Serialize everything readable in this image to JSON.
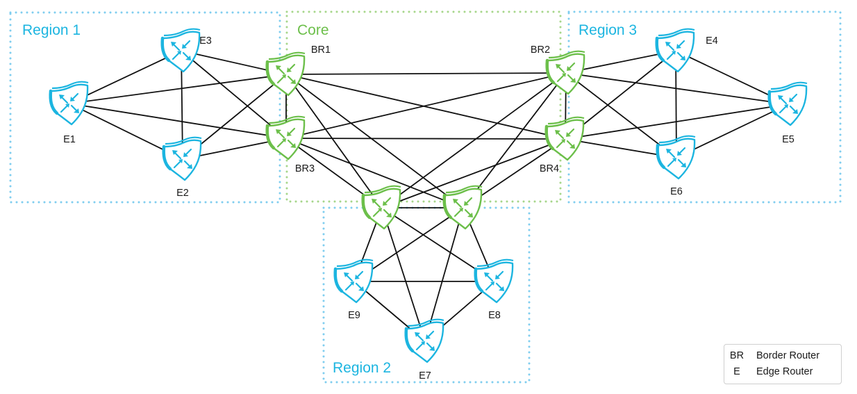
{
  "diagram": {
    "title": "Network topology: Core with three regions",
    "colors": {
      "edge_router": "#1cb5e0",
      "border_router": "#6cbf4a",
      "region_border": "#7fcdef",
      "core_border": "#a6d68a",
      "link": "#111111"
    },
    "regions": [
      {
        "id": "region1",
        "label": "Region 1",
        "type": "region"
      },
      {
        "id": "core",
        "label": "Core",
        "type": "core"
      },
      {
        "id": "region3",
        "label": "Region 3",
        "type": "region"
      },
      {
        "id": "region2",
        "label": "Region 2",
        "type": "region"
      }
    ],
    "nodes": [
      {
        "id": "E1",
        "label": "E1",
        "kind": "edge-router",
        "region": "region1"
      },
      {
        "id": "E2",
        "label": "E2",
        "kind": "edge-router",
        "region": "region1"
      },
      {
        "id": "E3",
        "label": "E3",
        "kind": "edge-router",
        "region": "region1"
      },
      {
        "id": "BR1",
        "label": "BR1",
        "kind": "border-router",
        "region": "core"
      },
      {
        "id": "BR2",
        "label": "BR2",
        "kind": "border-router",
        "region": "core"
      },
      {
        "id": "BR3",
        "label": "BR3",
        "kind": "border-router",
        "region": "core"
      },
      {
        "id": "BR4",
        "label": "BR4",
        "kind": "border-router",
        "region": "core"
      },
      {
        "id": "BR5",
        "label": "",
        "kind": "border-router",
        "region": "core"
      },
      {
        "id": "BR6",
        "label": "",
        "kind": "border-router",
        "region": "core"
      },
      {
        "id": "E4",
        "label": "E4",
        "kind": "edge-router",
        "region": "region3"
      },
      {
        "id": "E5",
        "label": "E5",
        "kind": "edge-router",
        "region": "region3"
      },
      {
        "id": "E6",
        "label": "E6",
        "kind": "edge-router",
        "region": "region3"
      },
      {
        "id": "E7",
        "label": "E7",
        "kind": "edge-router",
        "region": "region2"
      },
      {
        "id": "E8",
        "label": "E8",
        "kind": "edge-router",
        "region": "region2"
      },
      {
        "id": "E9",
        "label": "E9",
        "kind": "edge-router",
        "region": "region2"
      }
    ],
    "links": [
      [
        "E1",
        "E3"
      ],
      [
        "E1",
        "E2"
      ],
      [
        "E3",
        "E2"
      ],
      [
        "E1",
        "BR1"
      ],
      [
        "E1",
        "BR3"
      ],
      [
        "E3",
        "BR1"
      ],
      [
        "E3",
        "BR3"
      ],
      [
        "E2",
        "BR1"
      ],
      [
        "E2",
        "BR3"
      ],
      [
        "BR1",
        "BR2"
      ],
      [
        "BR1",
        "BR3"
      ],
      [
        "BR1",
        "BR4"
      ],
      [
        "BR1",
        "BR5"
      ],
      [
        "BR1",
        "BR6"
      ],
      [
        "BR2",
        "BR3"
      ],
      [
        "BR2",
        "BR4"
      ],
      [
        "BR2",
        "BR5"
      ],
      [
        "BR2",
        "BR6"
      ],
      [
        "BR3",
        "BR4"
      ],
      [
        "BR3",
        "BR5"
      ],
      [
        "BR3",
        "BR6"
      ],
      [
        "BR4",
        "BR5"
      ],
      [
        "BR4",
        "BR6"
      ],
      [
        "BR5",
        "BR6"
      ],
      [
        "BR2",
        "E4"
      ],
      [
        "BR2",
        "E5"
      ],
      [
        "BR2",
        "E6"
      ],
      [
        "BR4",
        "E4"
      ],
      [
        "BR4",
        "E5"
      ],
      [
        "BR4",
        "E6"
      ],
      [
        "E4",
        "E5"
      ],
      [
        "E4",
        "E6"
      ],
      [
        "E5",
        "E6"
      ],
      [
        "BR5",
        "E9"
      ],
      [
        "BR5",
        "E7"
      ],
      [
        "BR5",
        "E8"
      ],
      [
        "BR6",
        "E9"
      ],
      [
        "BR6",
        "E7"
      ],
      [
        "BR6",
        "E8"
      ],
      [
        "E9",
        "E8"
      ],
      [
        "E9",
        "E7"
      ],
      [
        "E8",
        "E7"
      ]
    ]
  },
  "legend": {
    "items": [
      {
        "abbr": "BR",
        "description": "Border Router"
      },
      {
        "abbr": "E",
        "description": "Edge Router"
      }
    ]
  }
}
